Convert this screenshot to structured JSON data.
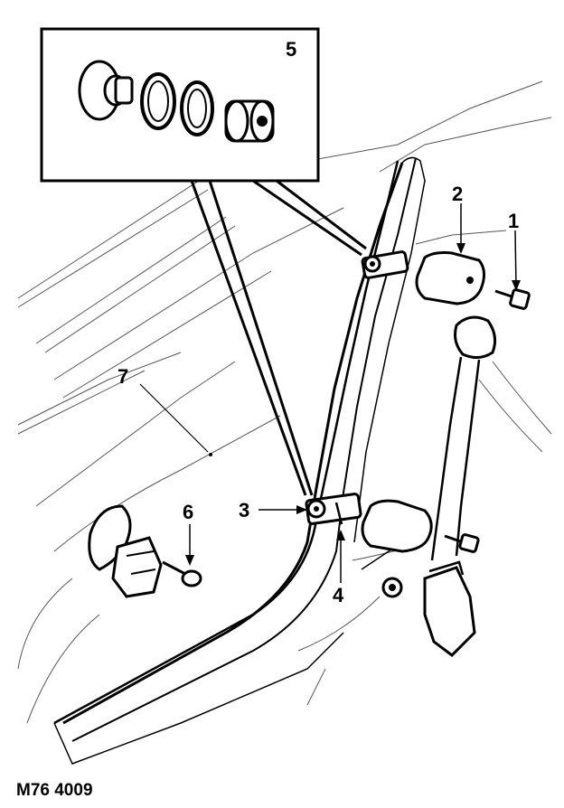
{
  "callouts": {
    "c1": "1",
    "c2": "2",
    "c3": "3",
    "c4": "4",
    "c5": "5",
    "c6": "6",
    "c7": "7"
  },
  "figure_ref": "M76 4009"
}
